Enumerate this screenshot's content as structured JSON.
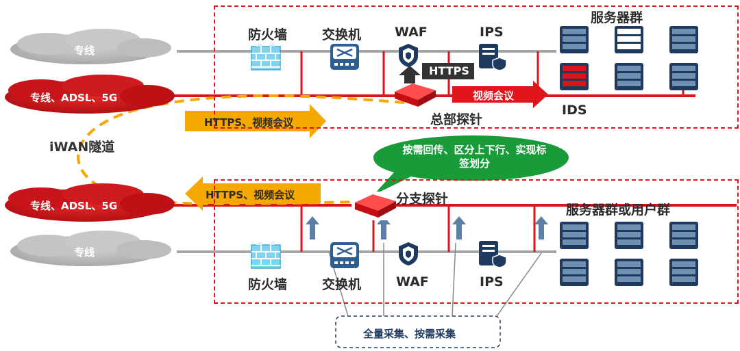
{
  "hq": {
    "cloud_top": "专线",
    "cloud_red": "专线、ADSL、5G",
    "firewall": "防火墙",
    "switch": "交换机",
    "waf": "WAF",
    "ips": "IPS",
    "server_group": "服务器群",
    "https_badge": "HTTPS",
    "video_arrow": "视频会议",
    "ids": "IDS",
    "probe": "总部探针"
  },
  "middle": {
    "arrow_right": "HTTPS、视频会议",
    "tunnel": "iWAN隧道",
    "callout": "按需回传、区分上下行、实现标签划分",
    "arrow_left": "HTTPS、视频会议"
  },
  "branch": {
    "cloud_red": "专线、ADSL、5G",
    "cloud_gray": "专线",
    "probe": "分支探针",
    "server_group": "服务器群或用户群",
    "firewall": "防火墙",
    "switch": "交换机",
    "waf": "WAF",
    "ips": "IPS",
    "collect": "全量采集、按需采集"
  },
  "colors": {
    "red": "#d9141b",
    "orange": "#f5a800",
    "green": "#1a9b3a",
    "gray": "#a6a6a6",
    "navy": "#1f3a5f",
    "steel": "#5b7fa6"
  }
}
